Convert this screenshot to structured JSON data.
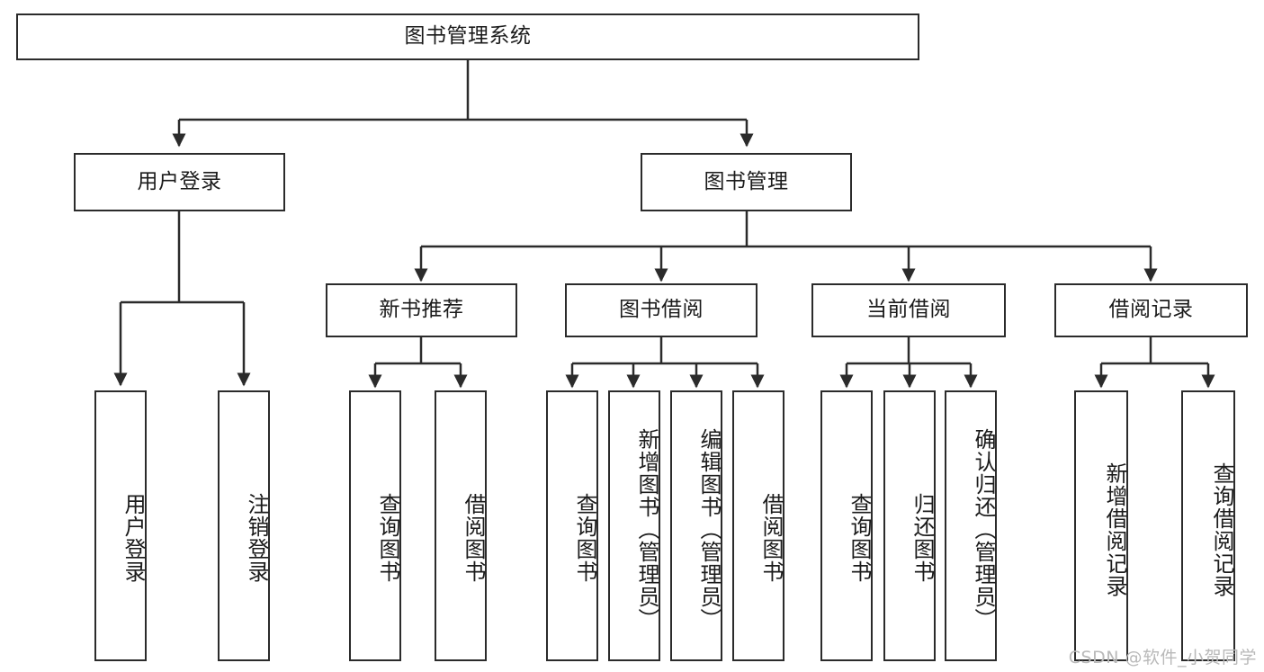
{
  "diagram": {
    "title": "图书管理系统",
    "type": "tree-hierarchy",
    "watermark": "CSDN @软件_小贺同学",
    "colors": {
      "stroke": "#2b2b2b",
      "fill": "#ffffff",
      "text": "#1b1b1b",
      "watermark": "#b9b9b9"
    },
    "root": {
      "label": "图书管理系统"
    },
    "level2": [
      {
        "label": "用户登录"
      },
      {
        "label": "图书管理"
      }
    ],
    "level3": [
      {
        "label": "新书推荐"
      },
      {
        "label": "图书借阅"
      },
      {
        "label": "当前借阅"
      },
      {
        "label": "借阅记录"
      }
    ],
    "leaves": {
      "user_login": [
        {
          "label": "用户登录"
        },
        {
          "label": "注销登录"
        }
      ],
      "new_book_recommend": [
        {
          "label": "查询图书"
        },
        {
          "label": "借阅图书"
        }
      ],
      "book_borrow": [
        {
          "label": "查询图书"
        },
        {
          "label": "新增图书（管理员）"
        },
        {
          "label": "编辑图书（管理员）"
        },
        {
          "label": "借阅图书"
        }
      ],
      "current_borrow": [
        {
          "label": "查询图书"
        },
        {
          "label": "归还图书"
        },
        {
          "label": "确认归还（管理员）"
        }
      ],
      "borrow_record": [
        {
          "label": "新增借阅记录"
        },
        {
          "label": "查询借阅记录"
        }
      ]
    }
  }
}
